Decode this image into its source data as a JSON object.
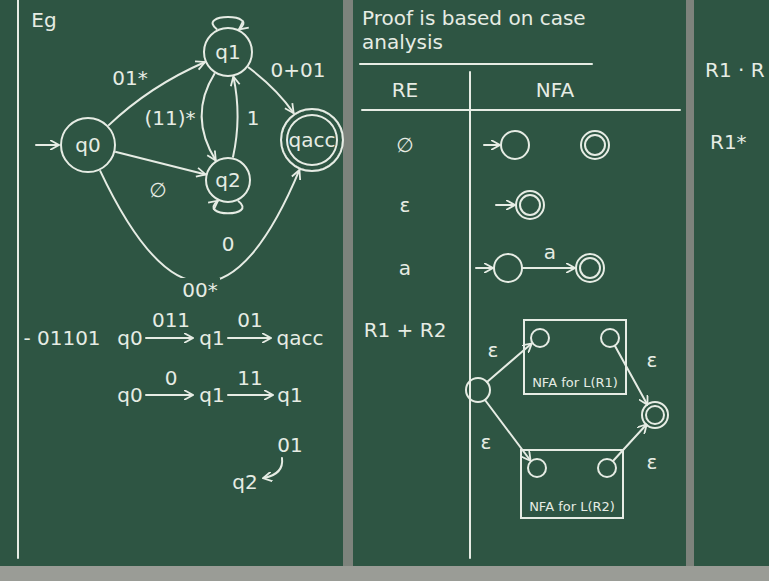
{
  "diagram": {
    "nodes": [
      {
        "text": [
          "q0"
        ]
      },
      {
        "text": [
          "q1"
        ]
      },
      {
        "text": [
          "q2"
        ]
      },
      {
        "text": [
          "qacc"
        ]
      },
      {
        "text": [
          "NFA for L(R1)"
        ]
      },
      {
        "text": [
          "NFA for L(R2)"
        ]
      }
    ],
    "edges": [
      {
        "from": 0,
        "to": 1,
        "label": "01*",
        "arrow": "to"
      },
      {
        "from": 1,
        "to": 3,
        "label": "0+01",
        "arrow": "to"
      },
      {
        "from": 0,
        "to": 2,
        "label": "∅",
        "arrow": "to"
      },
      {
        "from": 1,
        "to": 2,
        "label": "(11)*",
        "arrow": "to"
      },
      {
        "from": 2,
        "to": 1,
        "label": "1",
        "arrow": "to"
      },
      {
        "from": 2,
        "to": 2,
        "label": "0",
        "arrow": "to"
      },
      {
        "from": 1,
        "to": 1,
        "arrow": "to"
      },
      {
        "from": 0,
        "to": 3,
        "label": "00*",
        "arrow": "to"
      }
    ],
    "labels": [
      "Eg",
      "- 01101",
      "q0",
      "011",
      "q1",
      "01",
      "qacc",
      "q0",
      "0",
      "q1",
      "11",
      "q1",
      "01",
      "q2",
      "Proof is based on case analysis",
      "RE",
      "NFA",
      "∅",
      "ε",
      "a",
      "a",
      "R1 + R2",
      "ε",
      "ε",
      "ε",
      "ε",
      "R1 · R",
      "R1*"
    ]
  }
}
